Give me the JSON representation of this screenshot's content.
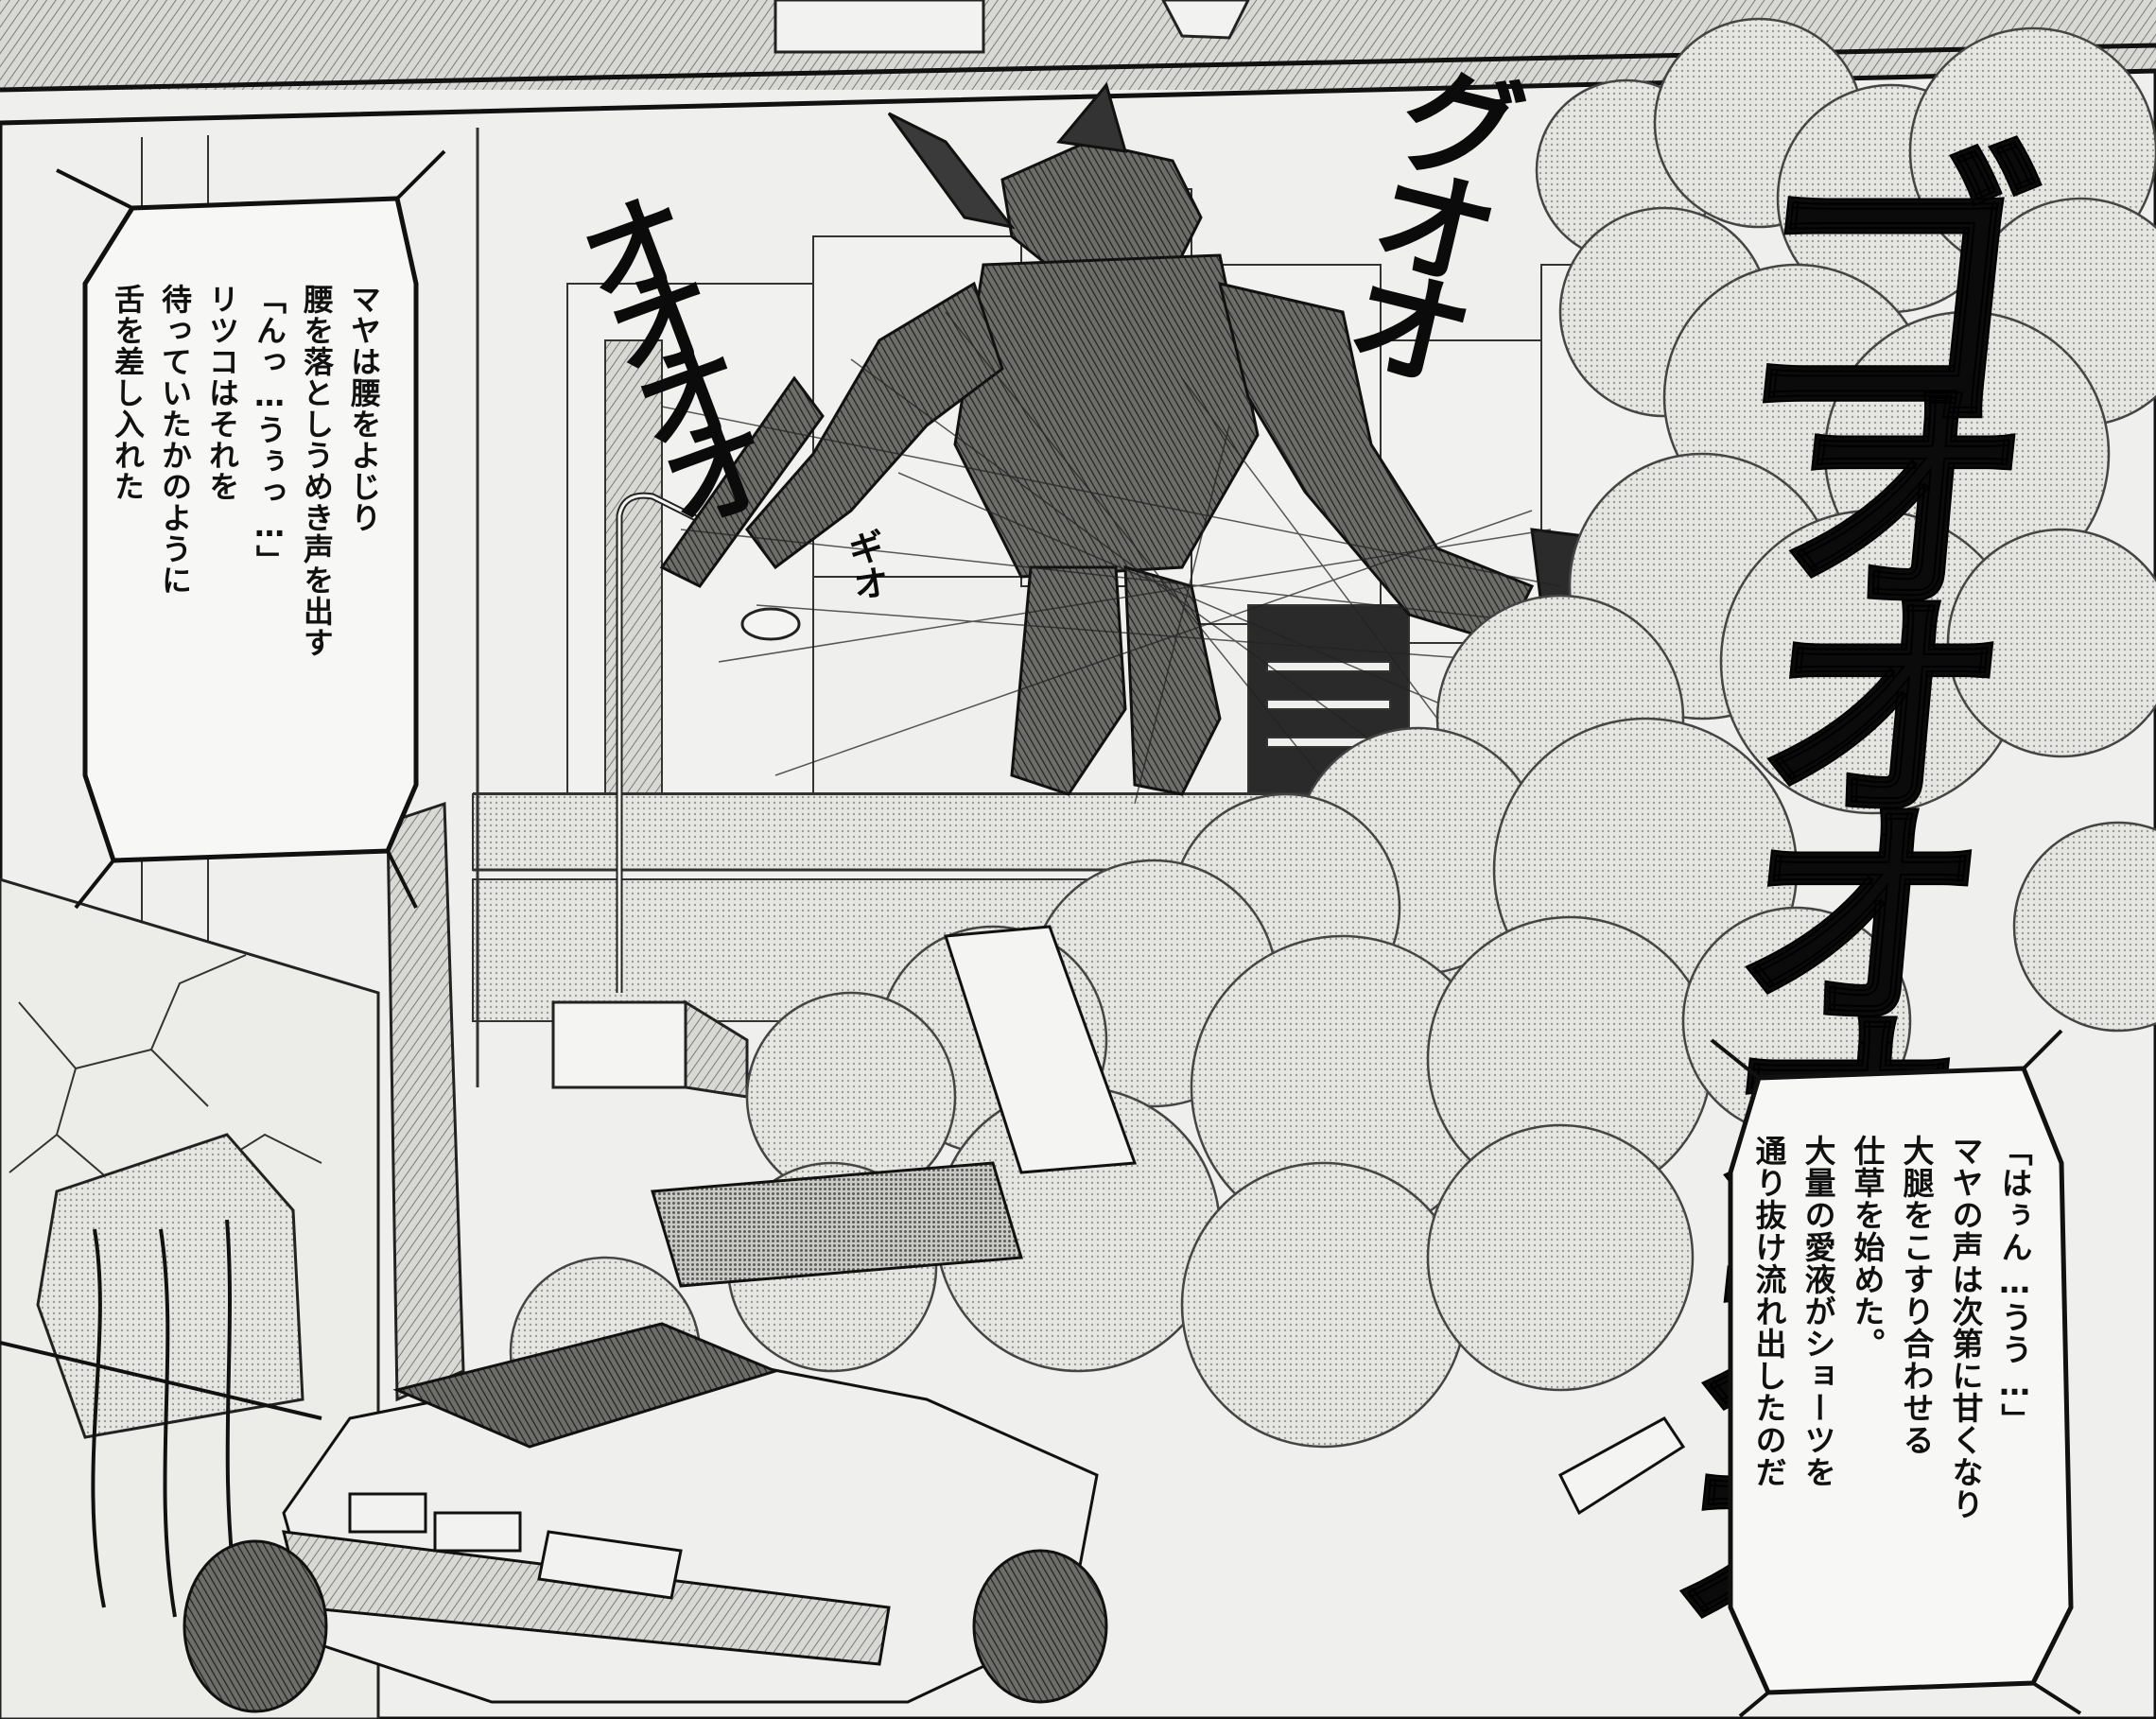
{
  "caption_left": {
    "lines": [
      "マヤは腰をよじり",
      "腰を落としうめき声を出す",
      "「んっ…うぅっ…」",
      "リツコはそれを",
      "待っていたかのように",
      "舌を差し入れた"
    ]
  },
  "caption_right": {
    "lines": [
      "「はぅん…うう…」",
      "マヤの声は次第に甘くなり",
      "大腿をこすり合わせる",
      "仕草を始めた。",
      "大量の愛液がショーツを",
      "通り抜け流れ出したのだ"
    ]
  },
  "sfx": {
    "go": "ゴォォォォォォ",
    "gwoo": "グオオ",
    "ooo": "オオオオ",
    "small": "ギオ"
  }
}
